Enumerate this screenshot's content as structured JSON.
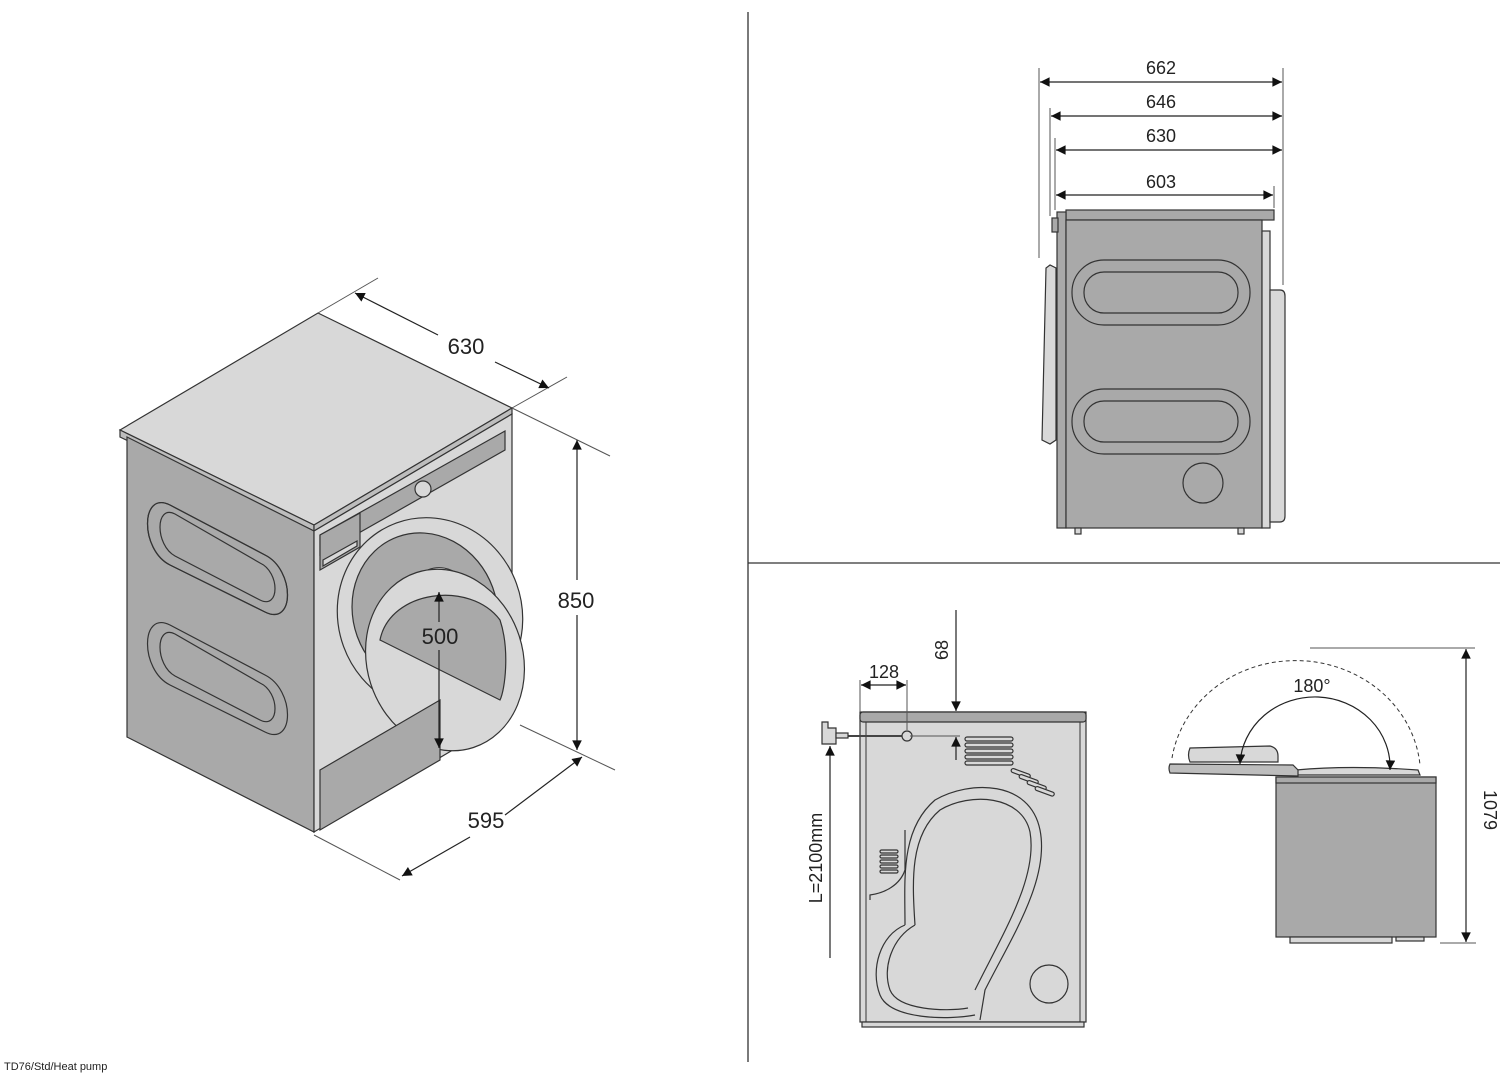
{
  "caption": "TD76/Std/Heat pump",
  "isometric_view": {
    "depth_label": "630",
    "height_label": "850",
    "width_label": "595",
    "door_opening_label": "500"
  },
  "side_view": {
    "dimension_labels": [
      "662",
      "646",
      "630",
      "603"
    ]
  },
  "rear_view": {
    "cable_offset_label": "128",
    "cable_height_label": "68",
    "cable_length_label": "L=2100mm"
  },
  "door_swing_view": {
    "angle_label": "180°",
    "total_height_label": "1079"
  },
  "colors": {
    "body": "#a9a9a9",
    "light_panel": "#d8d8d8",
    "line": "#222222",
    "background": "#ffffff"
  }
}
